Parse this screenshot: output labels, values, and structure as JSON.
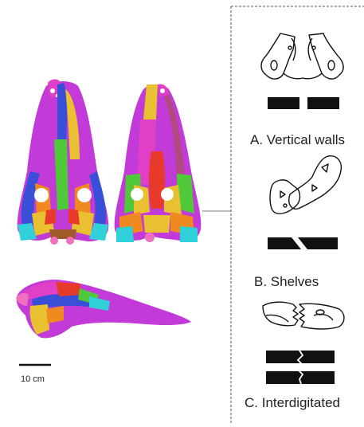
{
  "scale_bar": {
    "label": "10 cm"
  },
  "suture_types": [
    {
      "label": "A. Vertical walls"
    },
    {
      "label": "B. Shelves"
    },
    {
      "label": "C. Interdigitated"
    }
  ],
  "colors": {
    "purple": "#c23ad8",
    "magenta": "#e040c8",
    "blue": "#3a4fd8",
    "green": "#4fc83a",
    "yellow": "#e8c030",
    "orange": "#f08a20",
    "red": "#e83a2a",
    "cyan": "#30d0d8",
    "pink": "#f070c0",
    "brown": "#a05a28"
  },
  "icons": {
    "skull_dorsal": "skull-dorsal-icon",
    "skull_ventral": "skull-ventral-icon",
    "skull_lateral": "skull-lateral-icon",
    "suture_vertical_walls": "vertical-wall-suture-icon",
    "suture_shelves": "shelf-suture-icon",
    "suture_interdigitated": "interdigitated-suture-icon"
  }
}
